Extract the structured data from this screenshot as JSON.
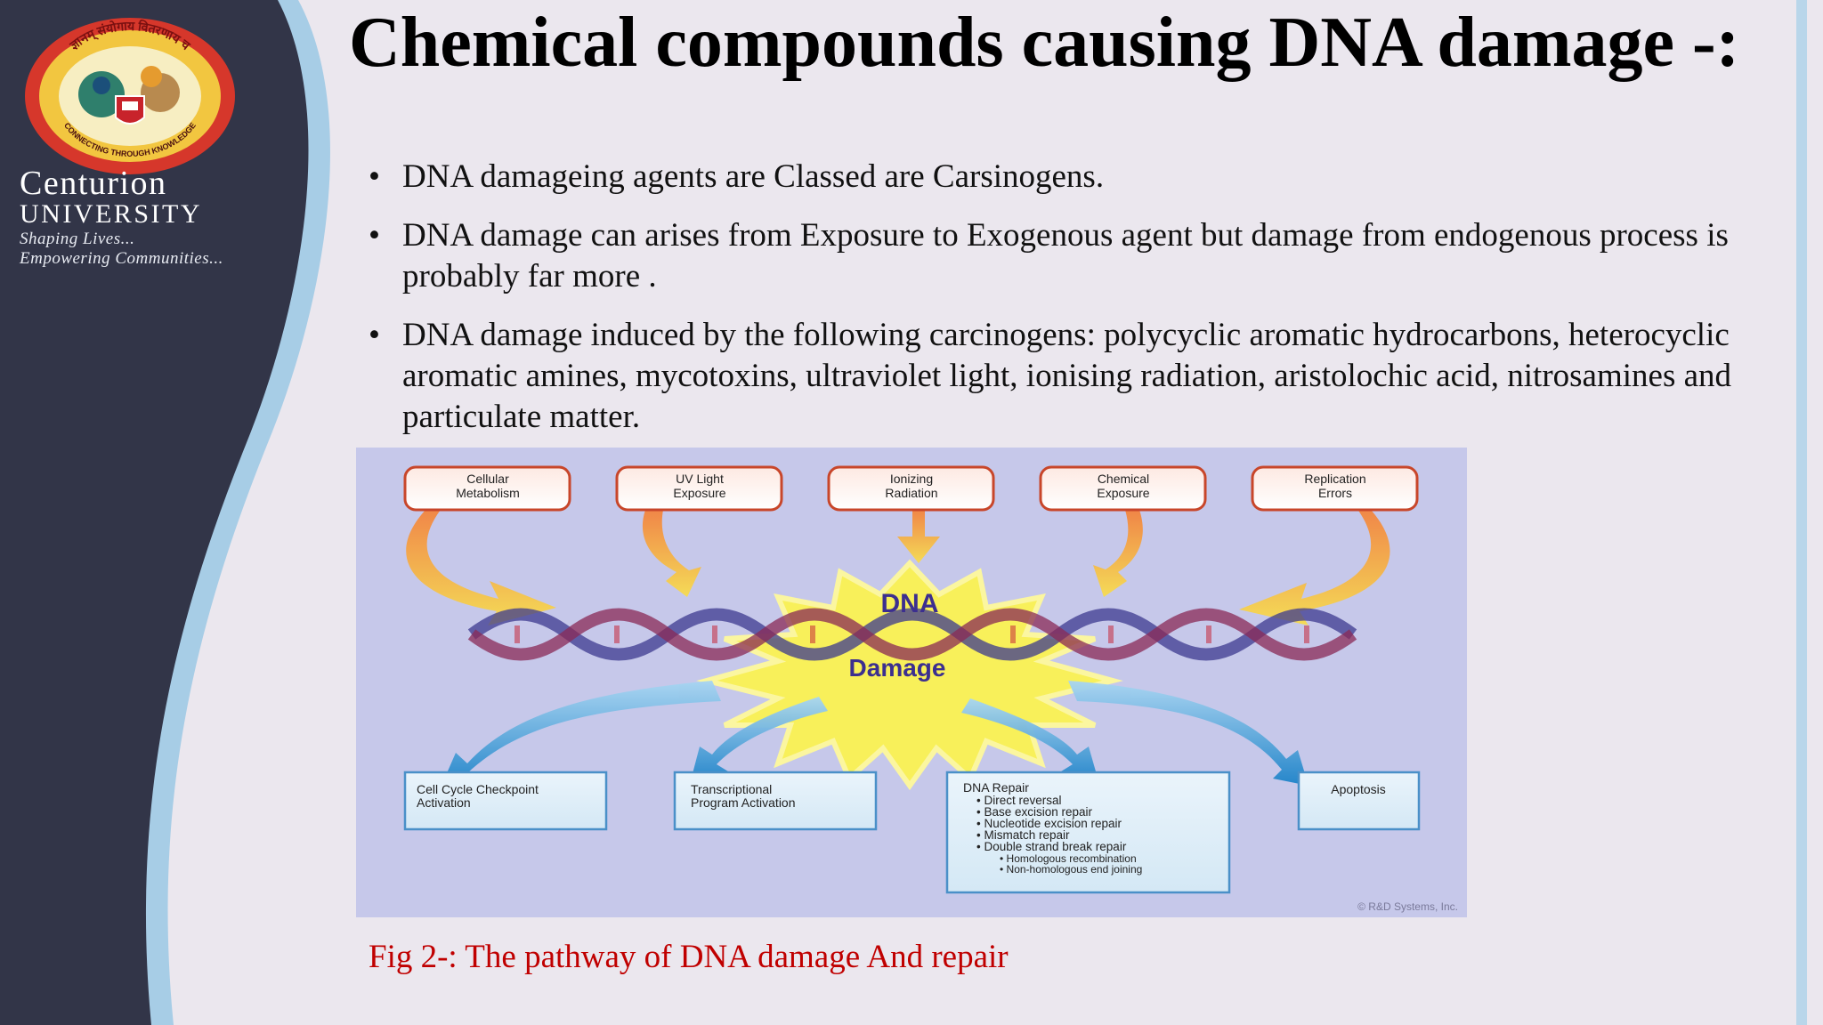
{
  "sidebar": {
    "logo_ring_top": "ज्ञानम् संयोगाय वितरणाय च",
    "logo_ring_bottom": "CONNECTING THROUGH KNOWLEDGE",
    "brand_name": "Centurion",
    "brand_subtitle": "UNIVERSITY",
    "tagline_1": "Shaping Lives...",
    "tagline_2": "Empowering Communities..."
  },
  "title": "Chemical compounds causing DNA damage -:",
  "bullets": [
    "DNA damageing agents are Classed are Carsinogens.",
    "DNA damage can arises from Exposure to Exogenous agent but damage from endogenous process is  probably far more .",
    "DNA damage induced by the following carcinogens: polycyclic aromatic hydrocarbons, heterocyclic aromatic amines, mycotoxins, ultraviolet light, ionising radiation, aristolochic acid, nitrosamines and particulate matter."
  ],
  "figure": {
    "sources": [
      [
        "Cellular",
        "Metabolism"
      ],
      [
        "UV Light",
        "Exposure"
      ],
      [
        "Ionizing",
        "Radiation"
      ],
      [
        "Chemical",
        "Exposure"
      ],
      [
        "Replication",
        "Errors"
      ]
    ],
    "center_top": "DNA",
    "center_bottom": "Damage",
    "outcomes": {
      "checkpoint": [
        "Cell Cycle Checkpoint",
        "Activation"
      ],
      "transcription": [
        "Transcriptional",
        "Program Activation"
      ],
      "repair_title": "DNA Repair",
      "repair_items": [
        "• Direct reversal",
        "• Base excision repair",
        "• Nucleotide excision repair",
        "• Mismatch repair",
        "• Double strand break repair"
      ],
      "repair_subitems": [
        "• Homologous recombination",
        "• Non-homologous end joining"
      ],
      "apoptosis": "Apoptosis"
    },
    "copyright": "© R&D Systems, Inc."
  },
  "caption": "Fig 2-: The pathway of DNA damage And repair",
  "colors": {
    "sidebar": "#323548",
    "sidebar_edge": "#a7cde6",
    "caption": "#c00000",
    "figure_bg": "#c6c8ea",
    "box_border": "#c8462a",
    "outcome_border": "#4a90c8"
  }
}
